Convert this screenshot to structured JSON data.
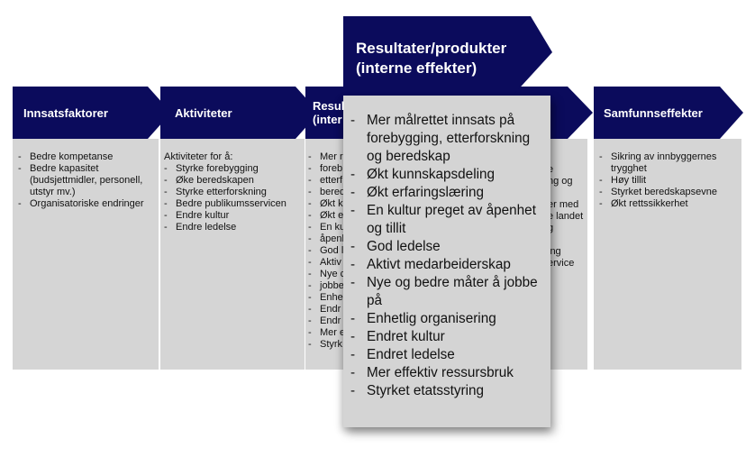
{
  "colors": {
    "header": "#0b0b5c",
    "body": "#d5d5d5"
  },
  "columns": [
    {
      "title": "Innsatsfaktorer",
      "items": [
        "Bedre kompetanse",
        "Bedre kapasitet (budsjettmidler, personell, utstyr mv.)",
        "Organisatoriske endringer"
      ]
    },
    {
      "title": "Aktiviteter",
      "intro": "Aktiviteter for å:",
      "items": [
        "Styrke forebygging",
        "Øke beredskapen",
        "Styrke etterforskning",
        "Bedre publikumsservicen",
        "Endre kultur",
        "Endre ledelse"
      ]
    },
    {
      "title_lines": [
        "Resul",
        "(inter"
      ],
      "items": [
        "Mer r",
        "foreb",
        "etterf",
        "bereds",
        "Økt k",
        "Økt e",
        "En ku",
        "åpenh",
        "God l",
        "Aktiv",
        "Nye c",
        "jobbe",
        "Enhe",
        "Endr",
        "Endr",
        "Mer e",
        "Styrk"
      ]
    },
    {
      "title": "",
      "items": [
        "e",
        "ng og",
        "",
        "",
        "er med",
        "e landet",
        "g",
        "",
        "ing",
        "ervice"
      ]
    },
    {
      "title": "Samfunnseffekter",
      "items": [
        "Sikring av innbyggernes trygghet",
        "Høy tillit",
        "Styrket beredskapsevne",
        "Økt rettssikkerhet"
      ]
    }
  ],
  "zoom": {
    "title_line1": "Resultater/produkter",
    "title_line2": "(interne effekter)",
    "items": [
      "Mer målrettet innsats på forebygging, etterforskning og beredskap",
      "Økt kunnskapsdeling",
      "Økt erfaringslæring",
      "En kultur preget av åpenhet og tillit",
      "God ledelse",
      "Aktivt medarbeiderskap",
      "Nye og bedre måter å jobbe på",
      "Enhetlig organisering",
      "Endret kultur",
      "Endret ledelse",
      "Mer effektiv ressursbruk",
      "Styrket etatsstyring"
    ]
  }
}
